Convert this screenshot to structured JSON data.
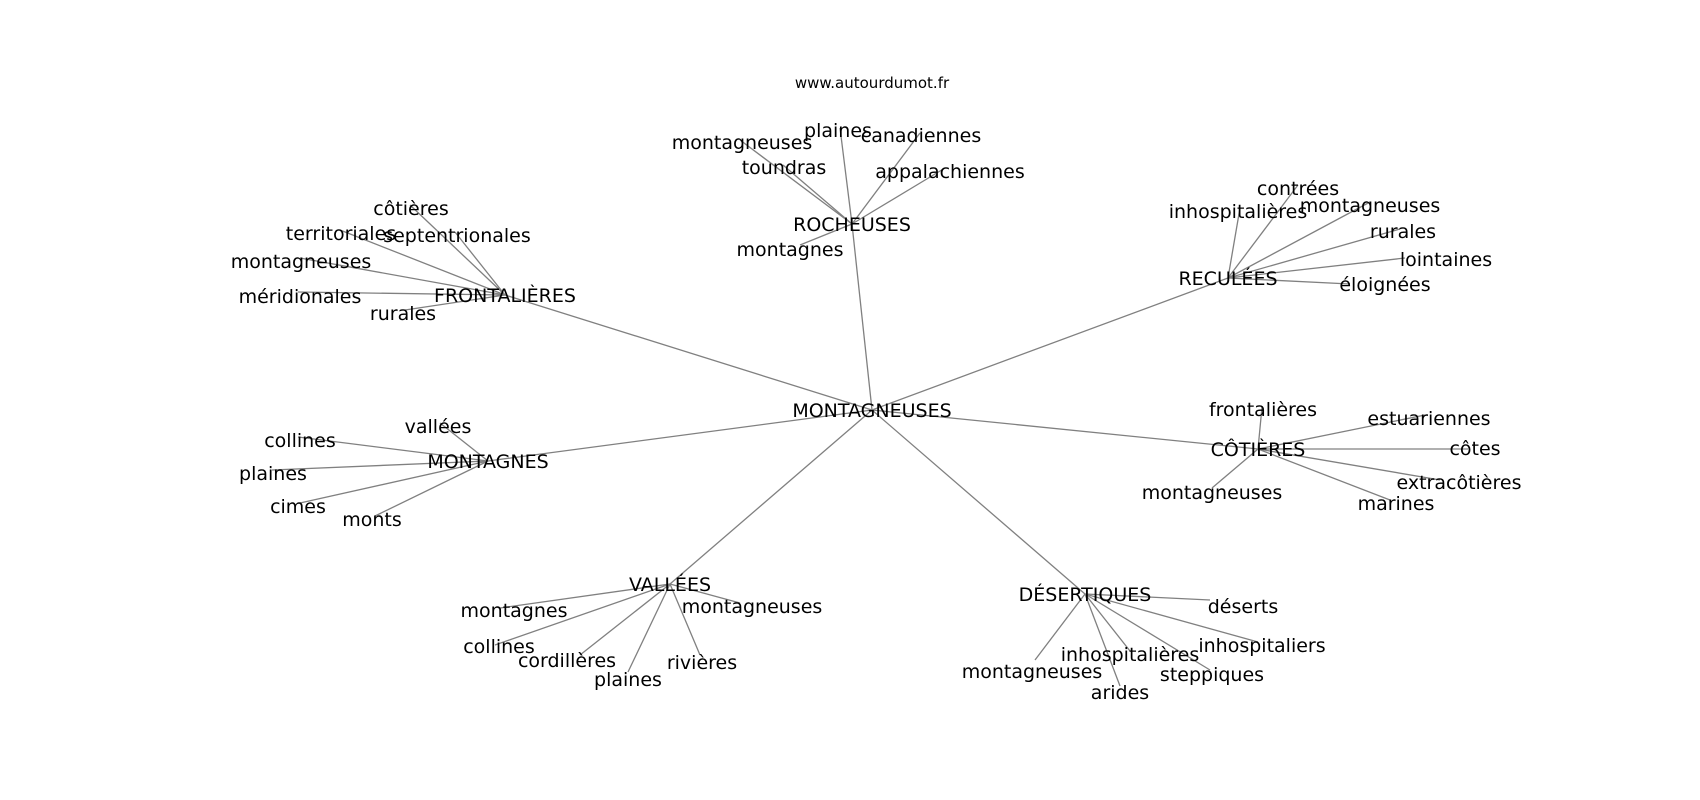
{
  "credit": "www.autourdumot.fr",
  "root": "MONTAGNEUSES",
  "hubs": [
    {
      "label": "ROCHEUSES",
      "leaves": [
        "plaines",
        "canadiennes",
        "montagneuses",
        "toundras",
        "appalachiennes",
        "montagnes"
      ]
    },
    {
      "label": "RECULÉES",
      "leaves": [
        "contrées",
        "inhospitalières",
        "montagneuses",
        "rurales",
        "lointaines",
        "éloignées"
      ]
    },
    {
      "label": "FRONTALIÈRES",
      "leaves": [
        "côtières",
        "territoriales",
        "septentrionales",
        "montagneuses",
        "méridionales",
        "rurales"
      ]
    },
    {
      "label": "MONTAGNES",
      "leaves": [
        "vallées",
        "collines",
        "plaines",
        "cimes",
        "monts"
      ]
    },
    {
      "label": "CÔTIÈRES",
      "leaves": [
        "frontalières",
        "estuariennes",
        "côtes",
        "extracôtières",
        "montagneuses",
        "marines"
      ]
    },
    {
      "label": "VALLÉES",
      "leaves": [
        "montagneuses",
        "montagnes",
        "collines",
        "cordillères",
        "plaines",
        "rivières"
      ]
    },
    {
      "label": "DÉSERTIQUES",
      "leaves": [
        "déserts",
        "inhospitaliers",
        "inhospitalières",
        "steppiques",
        "montagneuses",
        "arides"
      ]
    }
  ]
}
